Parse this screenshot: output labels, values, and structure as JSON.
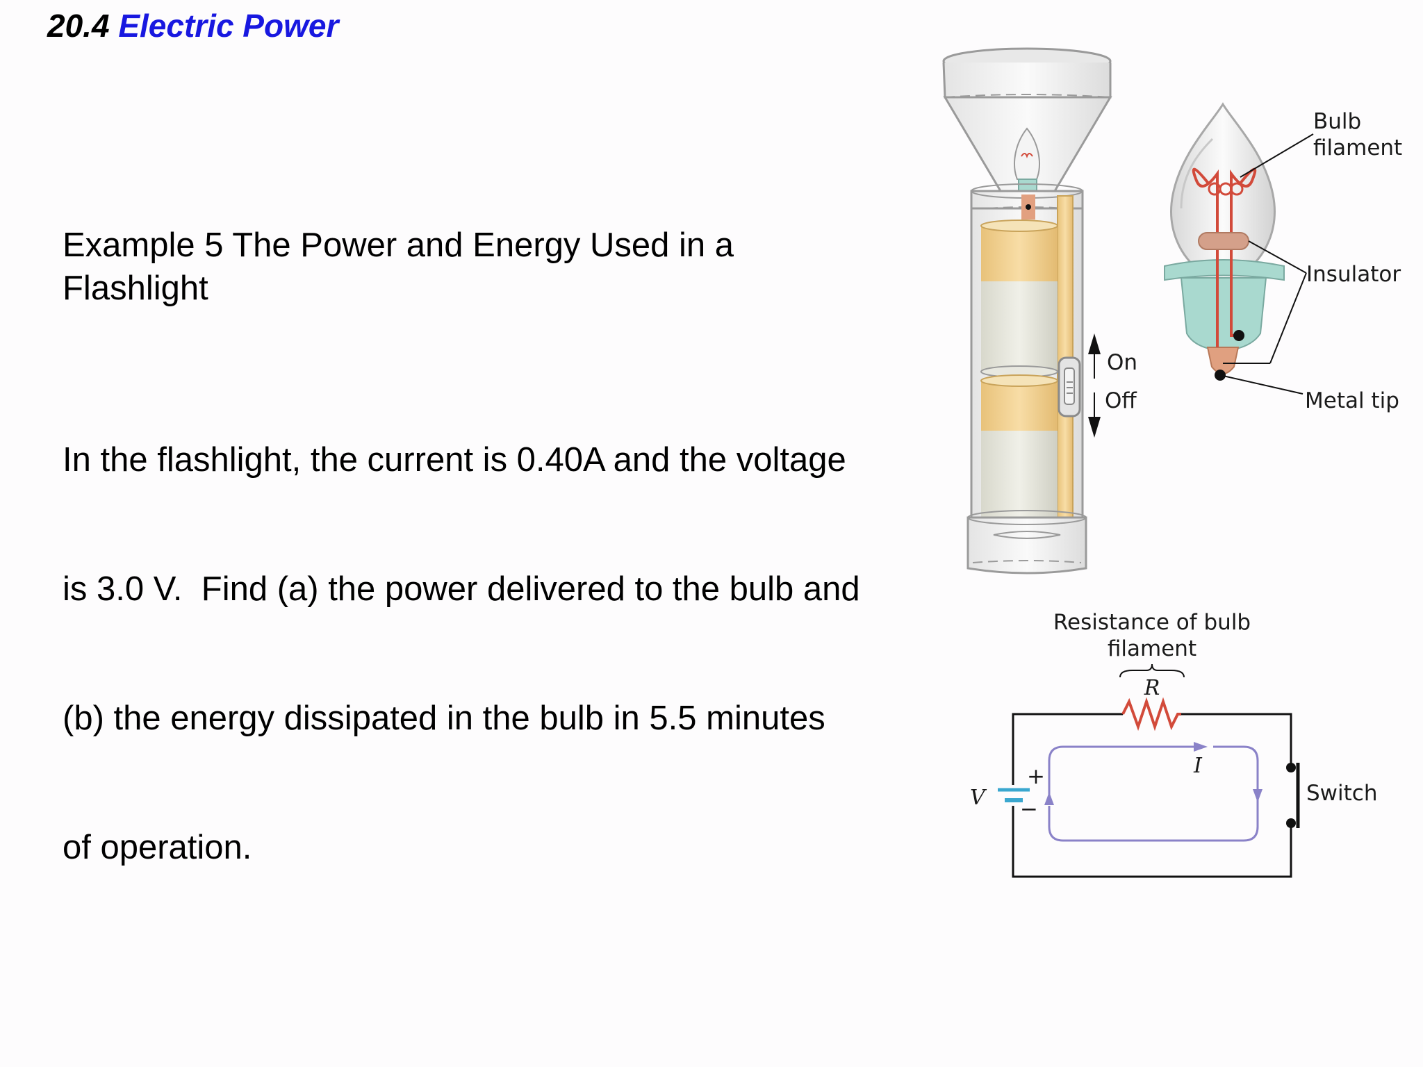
{
  "header": {
    "section_number": "20.4",
    "section_title": "Electric Power"
  },
  "example": {
    "heading_line1": "Example 5  The Power and Energy Used in a",
    "heading_line2": "Flashlight",
    "problem_lines": [
      "In the flashlight, the current is 0.40A and the voltage",
      "is 3.0 V.  Find (a) the power delivered to the bulb and",
      "(b) the energy dissipated in the bulb in 5.5 minutes",
      "of operation."
    ]
  },
  "flashlight_figure": {
    "switch_on": "On",
    "switch_off": "Off",
    "bulb_filament_line1": "Bulb",
    "bulb_filament_line2": "filament",
    "insulator": "Insulator",
    "metal_tip": "Metal tip"
  },
  "circuit_figure": {
    "resistance_line1": "Resistance of bulb",
    "resistance_line2": "filament",
    "resistor_symbol": "R",
    "current_symbol": "I",
    "voltage_symbol": "V",
    "plus": "+",
    "minus": "−",
    "switch": "Switch"
  },
  "colors": {
    "title_blue": "#1818e0",
    "filament_red": "#d24a3a",
    "current_purple": "#8a82c8",
    "battery_tan": "#f2cf8e",
    "insulator_teal": "#a9d9cf"
  }
}
